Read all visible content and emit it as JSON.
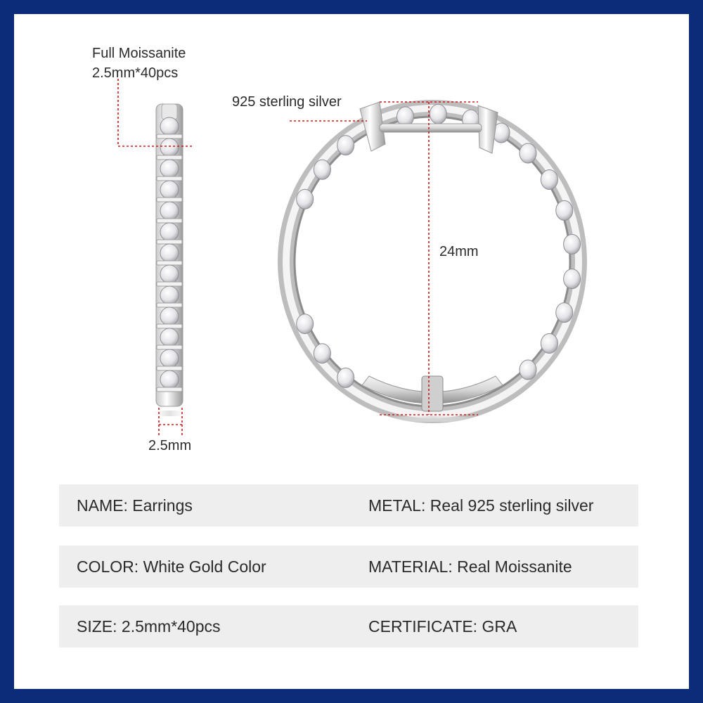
{
  "annotations": {
    "moissanite_title": "Full Moissanite",
    "moissanite_spec": "2.5mm*40pcs",
    "metal_callout": "925 sterling silver",
    "height_dim": "24mm",
    "width_dim": "2.5mm"
  },
  "specs": [
    {
      "left": "NAME: Earrings",
      "right": "METAL: Real 925 sterling silver"
    },
    {
      "left": "COLOR: White Gold Color",
      "right": "MATERIAL: Real Moissanite"
    },
    {
      "left": "SIZE: 2.5mm*40pcs",
      "right": "CERTIFICATE: GRA"
    }
  ],
  "colors": {
    "border": "#0c2b78",
    "dimension_line": "#d01818",
    "spec_row_bg": "#eeeeee"
  }
}
